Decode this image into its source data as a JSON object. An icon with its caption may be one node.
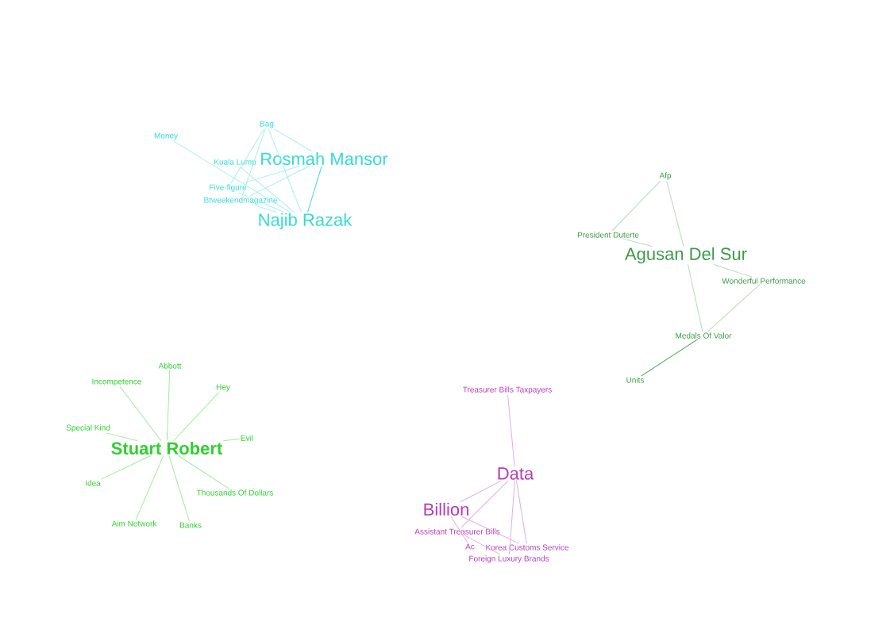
{
  "diagram": {
    "nodes": [
      {
        "text": [
          "Money"
        ]
      },
      {
        "text": [
          "Bag"
        ]
      },
      {
        "text": [
          "Kuala Lump"
        ]
      },
      {
        "text": [
          "Rosmah Mansor"
        ]
      },
      {
        "text": [
          "Five-figure"
        ]
      },
      {
        "text": [
          "Btweekendmagazine"
        ]
      },
      {
        "text": [
          "Najib Razak"
        ]
      },
      {
        "text": [
          "Afp"
        ]
      },
      {
        "text": [
          "President Duterte"
        ]
      },
      {
        "text": [
          "Agusan Del Sur"
        ]
      },
      {
        "text": [
          "Wonderful Performance"
        ]
      },
      {
        "text": [
          "Medals Of Valor"
        ]
      },
      {
        "text": [
          "Units"
        ]
      },
      {
        "text": [
          "Abbott"
        ]
      },
      {
        "text": [
          "Incompetence"
        ]
      },
      {
        "text": [
          "Hey"
        ]
      },
      {
        "text": [
          "Special Kind"
        ]
      },
      {
        "text": [
          "Evil"
        ]
      },
      {
        "text": [
          "Stuart Robert"
        ]
      },
      {
        "text": [
          "Idea"
        ]
      },
      {
        "text": [
          "Thousands Of Dollars"
        ]
      },
      {
        "text": [
          "Aim Network"
        ]
      },
      {
        "text": [
          "Banks"
        ]
      },
      {
        "text": [
          "Treasurer Bills Taxpayers"
        ]
      },
      {
        "text": [
          "Data"
        ]
      },
      {
        "text": [
          "Billion"
        ]
      },
      {
        "text": [
          "Assistant Treasurer Bills"
        ]
      },
      {
        "text": [
          "Ac"
        ]
      },
      {
        "text": [
          "Korea Customs Service"
        ]
      },
      {
        "text": [
          "Foreign Luxury Brands"
        ]
      }
    ],
    "edges": [
      {
        "from": 0,
        "to": 6,
        "arrow": "none",
        "color": "#a8efea"
      },
      {
        "from": 1,
        "to": 3,
        "arrow": "none",
        "color": "#a8efea"
      },
      {
        "from": 1,
        "to": 6,
        "arrow": "none",
        "color": "#a8efea"
      },
      {
        "from": 1,
        "to": 4,
        "arrow": "none",
        "color": "#a8efea"
      },
      {
        "from": 1,
        "to": 5,
        "arrow": "none",
        "color": "#a8efea"
      },
      {
        "from": 2,
        "to": 6,
        "arrow": "none",
        "color": "#a8efea"
      },
      {
        "from": 3,
        "to": 6,
        "arrow": "none",
        "color": "#3fd9d0"
      },
      {
        "from": 3,
        "to": 4,
        "arrow": "none",
        "color": "#a8efea"
      },
      {
        "from": 3,
        "to": 5,
        "arrow": "none",
        "color": "#a8efea"
      },
      {
        "from": 4,
        "to": 6,
        "arrow": "none",
        "color": "#a8efea"
      },
      {
        "from": 5,
        "to": 6,
        "arrow": "none",
        "color": "#a8efea"
      },
      {
        "from": 7,
        "to": 8,
        "arrow": "none",
        "color": "#b8d8b8"
      },
      {
        "from": 7,
        "to": 9,
        "arrow": "none",
        "color": "#b8d8b8"
      },
      {
        "from": 9,
        "to": 11,
        "arrow": "none",
        "color": "#b8d8b8"
      },
      {
        "from": 8,
        "to": 9,
        "arrow": "none",
        "color": "#b8d8b8"
      },
      {
        "from": 9,
        "to": 10,
        "arrow": "none",
        "color": "#b8d8b8"
      },
      {
        "from": 10,
        "to": 11,
        "arrow": "none",
        "color": "#b8d8b8"
      },
      {
        "from": 11,
        "to": 12,
        "arrow": "none",
        "color": "#4a9a55"
      },
      {
        "from": 18,
        "to": 13,
        "arrow": "none",
        "color": "#9fea9f"
      },
      {
        "from": 18,
        "to": 14,
        "arrow": "none",
        "color": "#9fea9f"
      },
      {
        "from": 18,
        "to": 15,
        "arrow": "none",
        "color": "#9fea9f"
      },
      {
        "from": 18,
        "to": 16,
        "arrow": "none",
        "color": "#9fea9f"
      },
      {
        "from": 18,
        "to": 17,
        "arrow": "none",
        "color": "#9fea9f"
      },
      {
        "from": 18,
        "to": 19,
        "arrow": "none",
        "color": "#9fea9f"
      },
      {
        "from": 18,
        "to": 20,
        "arrow": "none",
        "color": "#9fea9f"
      },
      {
        "from": 18,
        "to": 21,
        "arrow": "none",
        "color": "#9fea9f"
      },
      {
        "from": 18,
        "to": 22,
        "arrow": "none",
        "color": "#9fea9f"
      },
      {
        "from": 23,
        "to": 24,
        "arrow": "none",
        "color": "#e2aee2"
      },
      {
        "from": 24,
        "to": 25,
        "arrow": "none",
        "color": "#e2aee2"
      },
      {
        "from": 24,
        "to": 26,
        "arrow": "none",
        "color": "#e2aee2"
      },
      {
        "from": 24,
        "to": 28,
        "arrow": "none",
        "color": "#e2aee2"
      },
      {
        "from": 24,
        "to": 29,
        "arrow": "none",
        "color": "#e2aee2"
      },
      {
        "from": 25,
        "to": 27,
        "arrow": "none",
        "color": "#e2aee2"
      },
      {
        "from": 25,
        "to": 28,
        "arrow": "none",
        "color": "#e2aee2"
      },
      {
        "from": 26,
        "to": 29,
        "arrow": "none",
        "color": "#e2aee2"
      }
    ]
  }
}
